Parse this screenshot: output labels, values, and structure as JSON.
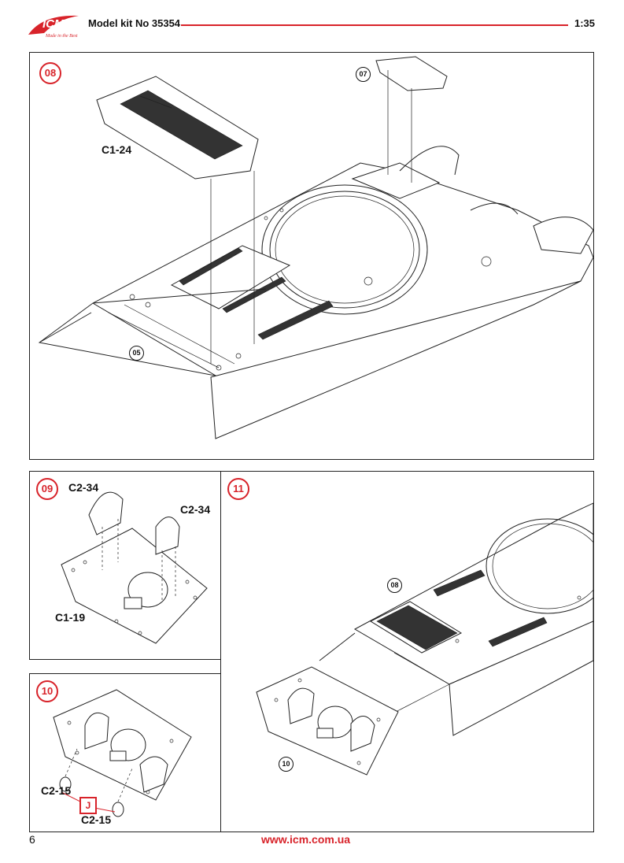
{
  "header": {
    "logo_text": "ICM",
    "logo_tagline": "Made in the Best",
    "title": "Model kit No 35354",
    "scale": "1:35"
  },
  "steps": {
    "s08": {
      "number": "08",
      "part_c1_24": "C1-24",
      "ref_07": "07",
      "ref_05": "05"
    },
    "s09": {
      "number": "09",
      "part_c2_34_a": "C2-34",
      "part_c2_34_b": "C2-34",
      "part_c1_19": "C1-19"
    },
    "s10": {
      "number": "10",
      "part_c2_15_a": "C2-15",
      "part_c2_15_b": "C2-15",
      "j_label": "J"
    },
    "s11": {
      "number": "11",
      "ref_08": "08",
      "ref_10": "10"
    }
  },
  "footer": {
    "page_number": "6",
    "url": "www.icm.com.ua"
  },
  "colors": {
    "accent": "#d8232a",
    "line": "#222222"
  }
}
